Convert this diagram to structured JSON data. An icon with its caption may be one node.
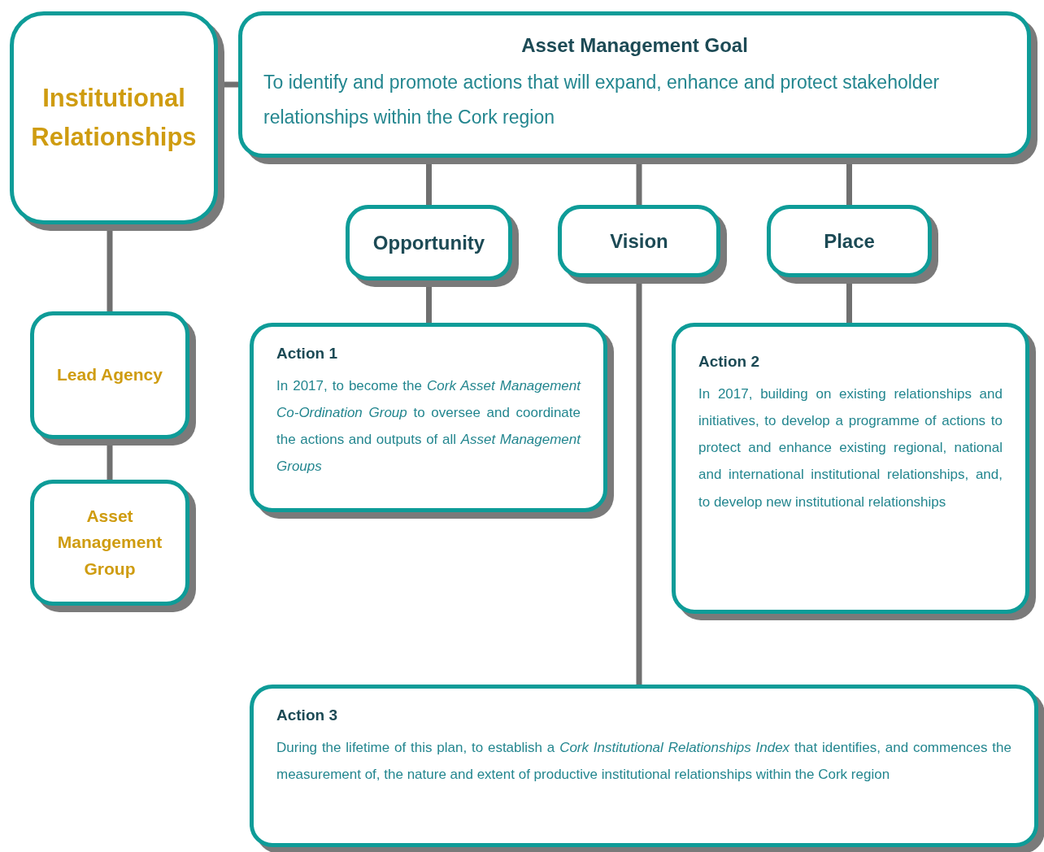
{
  "diagram": {
    "nodes": [
      {
        "text": [
          "Institutional Relationships"
        ]
      },
      {
        "text": [
          "Asset Management Goal",
          "To identify and promote actions that will expand, enhance and protect stakeholder relationships within the Cork region"
        ]
      },
      {
        "text": [
          "Opportunity"
        ]
      },
      {
        "text": [
          "Vision"
        ]
      },
      {
        "text": [
          "Place"
        ]
      },
      {
        "text": [
          "Action 1",
          "In 2017, to become the *Cork Asset Management Co-Ordination Group* to oversee and coordinate the actions and outputs of all *Asset Management Groups*"
        ]
      },
      {
        "text": [
          "Action 2",
          "In 2017, building on existing relationships and initiatives, to develop a programme of actions to protect and enhance existing regional, national and international institutional relationships, and, to develop new institutional relationships"
        ]
      },
      {
        "text": [
          "Action 3",
          "During the lifetime of this plan, to establish a *Cork Institutional Relationships Index* that identifies, and commences the measurement of, the nature and extent of productive institutional relationships within the Cork region"
        ]
      },
      {
        "text": [
          "Lead Agency"
        ]
      },
      {
        "text": [
          "Asset Management Group"
        ]
      }
    ],
    "edges": [
      {
        "from": 0,
        "to": 1,
        "arrow": "none"
      },
      {
        "from": 1,
        "to": 2,
        "arrow": "none"
      },
      {
        "from": 1,
        "to": 3,
        "arrow": "none"
      },
      {
        "from": 1,
        "to": 4,
        "arrow": "none"
      },
      {
        "from": 2,
        "to": 5,
        "arrow": "none"
      },
      {
        "from": 4,
        "to": 6,
        "arrow": "none"
      },
      {
        "from": 3,
        "to": 7,
        "arrow": "none"
      },
      {
        "from": 0,
        "to": 8,
        "arrow": "none"
      },
      {
        "from": 8,
        "to": 9,
        "arrow": "none"
      }
    ]
  }
}
